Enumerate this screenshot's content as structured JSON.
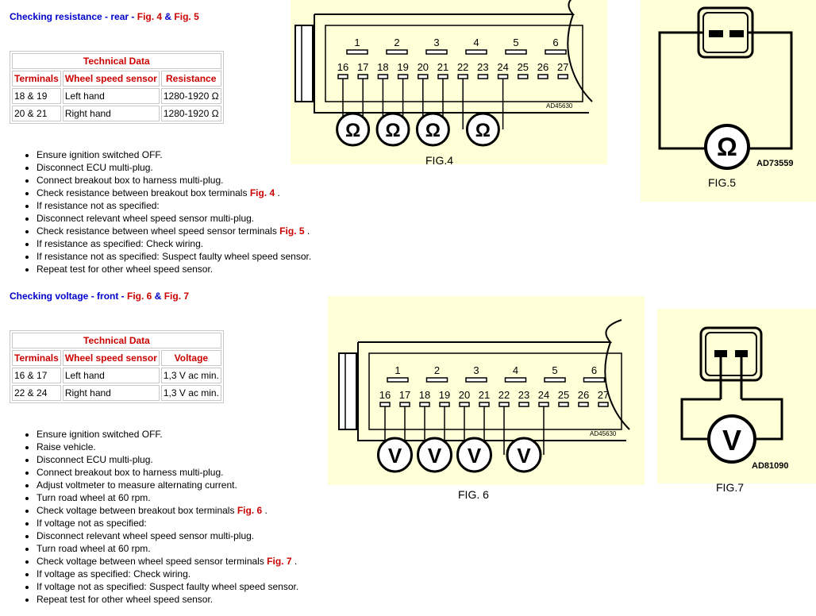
{
  "section1": {
    "heading": "Checking resistance - rear - ",
    "fig_a": "Fig. 4",
    "amp": " & ",
    "fig_b": "Fig. 5",
    "table": {
      "title": "Technical Data",
      "headers": [
        "Terminals",
        "Wheel speed sensor",
        "Resistance"
      ],
      "rows": [
        [
          "18 & 19",
          "Left hand",
          "1280-1920 Ω"
        ],
        [
          "20 & 21",
          "Right hand",
          "1280-1920 Ω"
        ]
      ]
    },
    "steps": [
      {
        "text": "Ensure ignition switched OFF."
      },
      {
        "text": "Disconnect ECU multi-plug."
      },
      {
        "text": "Connect breakout box to harness multi-plug."
      },
      {
        "text": "Check resistance between breakout box terminals ",
        "ref": "Fig. 4",
        "tail": " ."
      },
      {
        "text": "If resistance not as specified:"
      },
      {
        "text": "Disconnect relevant wheel speed sensor multi-plug."
      },
      {
        "text": "Check resistance between wheel speed sensor terminals ",
        "ref": "Fig. 5",
        "tail": " ."
      },
      {
        "text": "If resistance as specified: Check wiring."
      },
      {
        "text": "If resistance not as specified: Suspect faulty wheel speed sensor."
      },
      {
        "text": "Repeat test for other wheel speed sensor."
      }
    ],
    "fig4_label": "FIG.4",
    "fig4_code": "AD45630",
    "fig5_label": "FIG.5",
    "fig5_code": "AD73559"
  },
  "section2": {
    "heading": "Checking voltage - front - ",
    "fig_a": "Fig. 6",
    "amp": " & ",
    "fig_b": "Fig. 7",
    "table": {
      "title": "Technical Data",
      "headers": [
        "Terminals",
        "Wheel speed sensor",
        "Voltage"
      ],
      "rows": [
        [
          "16 & 17",
          "Left hand",
          "1,3 V ac min."
        ],
        [
          "22 & 24",
          "Right hand",
          "1,3 V ac min."
        ]
      ]
    },
    "steps": [
      {
        "text": "Ensure ignition switched OFF."
      },
      {
        "text": "Raise vehicle."
      },
      {
        "text": "Disconnect ECU multi-plug."
      },
      {
        "text": "Connect breakout box to harness multi-plug."
      },
      {
        "text": "Adjust voltmeter to measure alternating current."
      },
      {
        "text": "Turn road wheel at 60 rpm."
      },
      {
        "text": "Check voltage between breakout box terminals ",
        "ref": "Fig. 6",
        "tail": " ."
      },
      {
        "text": "If voltage not as specified:"
      },
      {
        "text": "Disconnect relevant wheel speed sensor multi-plug."
      },
      {
        "text": "Turn road wheel at 60 rpm."
      },
      {
        "text": "Check voltage between wheel speed sensor terminals ",
        "ref": "Fig. 7",
        "tail": " ."
      },
      {
        "text": "If voltage as specified: Check wiring."
      },
      {
        "text": "If voltage not as specified: Suspect faulty wheel speed sensor."
      },
      {
        "text": "Repeat test for other wheel speed sensor."
      }
    ],
    "fig6_label": "FIG. 6",
    "fig6_code": "AD45630",
    "fig7_label": "FIG.7",
    "fig7_code": "AD81090"
  },
  "connector": {
    "top_pins": [
      "1",
      "2",
      "3",
      "4",
      "5",
      "6"
    ],
    "bottom_pins": [
      "16",
      "17",
      "18",
      "19",
      "20",
      "21",
      "22",
      "23",
      "24",
      "25",
      "26",
      "27"
    ]
  },
  "meters": {
    "ohm_symbol": "Ω",
    "volt_symbol": "V"
  },
  "colors": {
    "heading_blue": "#0000cc",
    "emphasis_red": "#cc0000",
    "figure_bg": "#ffffd8"
  }
}
